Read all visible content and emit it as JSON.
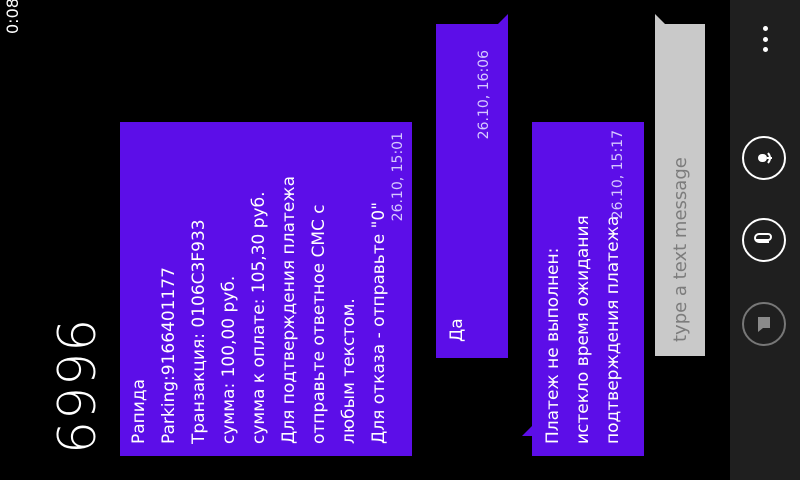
{
  "status": {
    "time": "0:08"
  },
  "header": {
    "contact": "6996"
  },
  "messages": [
    {
      "direction": "incoming",
      "text": "Рапида\nParking:9166401177\nТранзакция: 0106C3F933\nсумма: 100,00 руб.\nсумма к оплате: 105,30 руб.\nДля подтверждения платежа\nотправьте ответное СМС с\nлюбым текстом.\nДля отказа - отправьте \"0\"",
      "time": "26.10, 15:01"
    },
    {
      "direction": "outgoing",
      "text": "Да",
      "time": "26.10, 16:06"
    },
    {
      "direction": "incoming",
      "text": "Платеж не выполнен:\nистекло время ожидания\nподтверждения платежа",
      "time": "26.10, 15:17"
    }
  ],
  "composer": {
    "placeholder": "type a text message"
  },
  "appbar": {
    "icons": [
      "more-icon",
      "microphone-icon",
      "attach-icon",
      "send-icon"
    ]
  },
  "colors": {
    "bubble": "#5c0ee8",
    "composer": "#c9c9c9",
    "appbar": "#1f1f1f"
  }
}
